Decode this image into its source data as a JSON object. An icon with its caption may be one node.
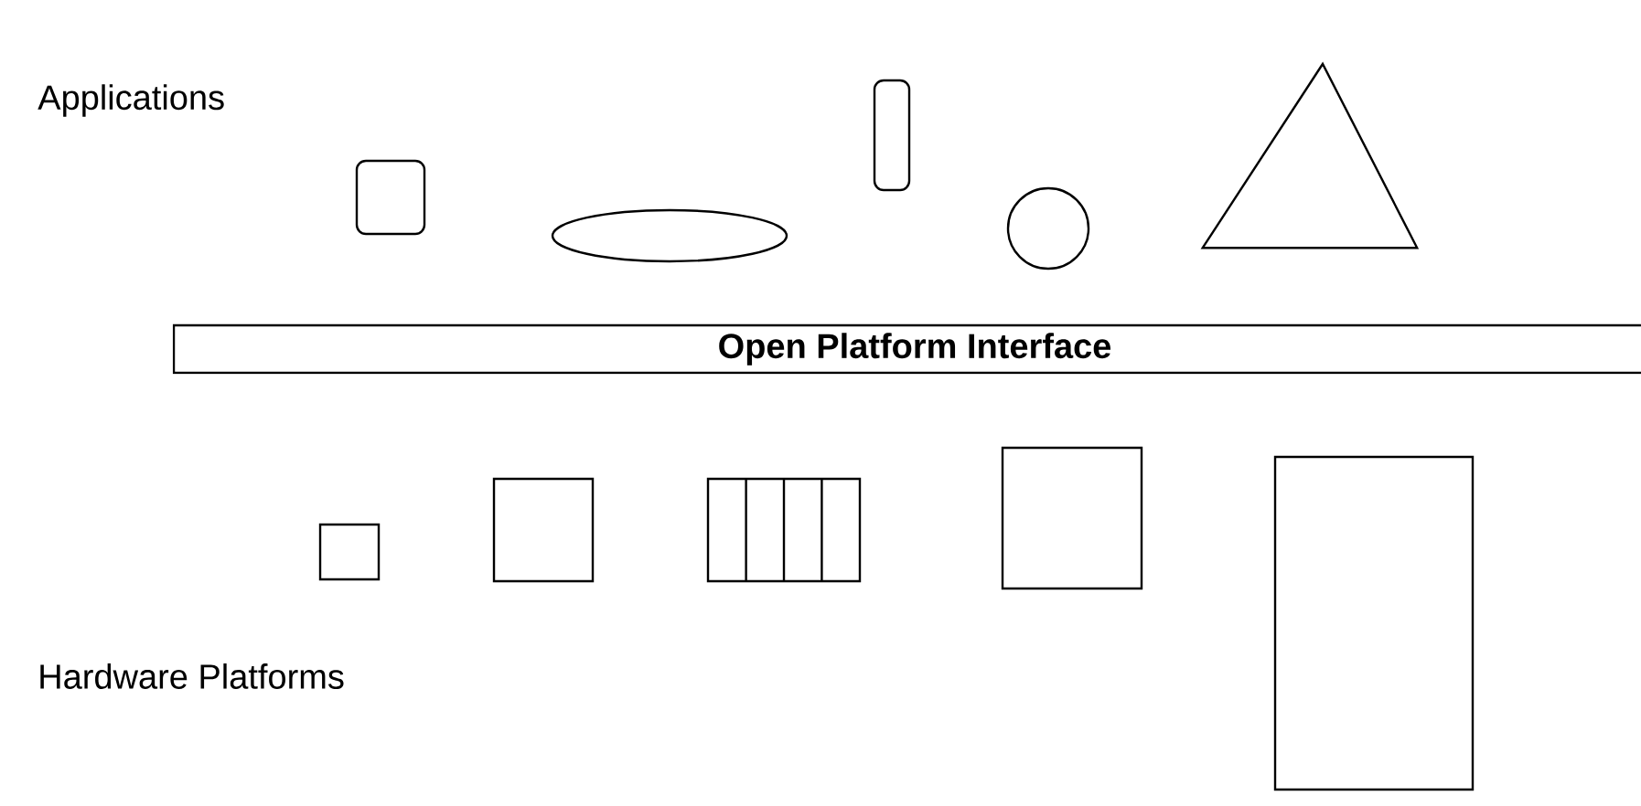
{
  "diagram": {
    "nodes": [
      {
        "text": [],
        "shape": "box"
      },
      {
        "text": [],
        "shape": "ellipse"
      },
      {
        "text": [],
        "shape": "box"
      },
      {
        "text": [],
        "shape": "circle"
      },
      {
        "text": [],
        "shape": "triangle"
      },
      {
        "text": [
          "Open Platform Interface"
        ]
      },
      {
        "text": [],
        "shape": "box"
      },
      {
        "text": [],
        "shape": "box"
      },
      {
        "text": [],
        "shape": "grid"
      },
      {
        "text": [],
        "shape": "box"
      },
      {
        "text": [],
        "shape": "box"
      }
    ],
    "labels": [
      "Applications",
      "Hardware Platforms"
    ]
  }
}
